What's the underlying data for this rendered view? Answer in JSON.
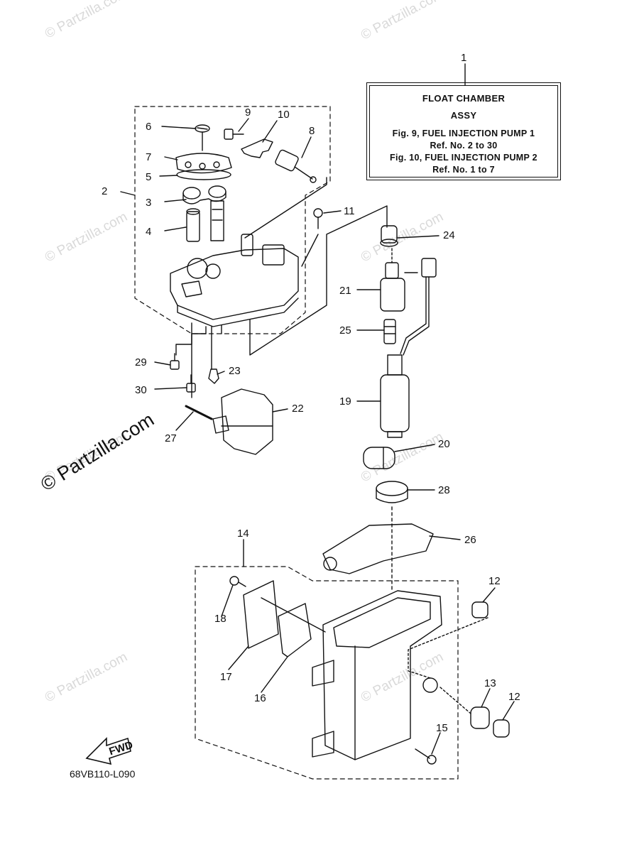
{
  "watermark": {
    "text": "© Partzilla.com",
    "brand": "© Partzilla.com"
  },
  "legend": {
    "line1": "FLOAT CHAMBER",
    "line2": "ASSY",
    "line3": "Fig. 9, FUEL INJECTION PUMP 1",
    "line4": "Ref. No. 2 to 30",
    "line5": "Fig. 10, FUEL INJECTION PUMP 2",
    "line6": "Ref. No. 1 to 7"
  },
  "fwd_label": "FWD",
  "diagram_code": "68VB110-L090",
  "callouts": {
    "c1": "1",
    "c2": "2",
    "c3": "3",
    "c4": "4",
    "c5": "5",
    "c6": "6",
    "c7": "7",
    "c8": "8",
    "c9": "9",
    "c10": "10",
    "c11": "11",
    "c12a": "12",
    "c12b": "12",
    "c13": "13",
    "c14": "14",
    "c15": "15",
    "c16": "16",
    "c17": "17",
    "c18": "18",
    "c19": "19",
    "c20": "20",
    "c21": "21",
    "c22": "22",
    "c23": "23",
    "c24": "24",
    "c25": "25",
    "c26": "26",
    "c27": "27",
    "c28": "28",
    "c29": "29",
    "c30": "30"
  },
  "colors": {
    "ink": "#111111",
    "watermark": "#d9d9d9",
    "background": "#ffffff"
  }
}
